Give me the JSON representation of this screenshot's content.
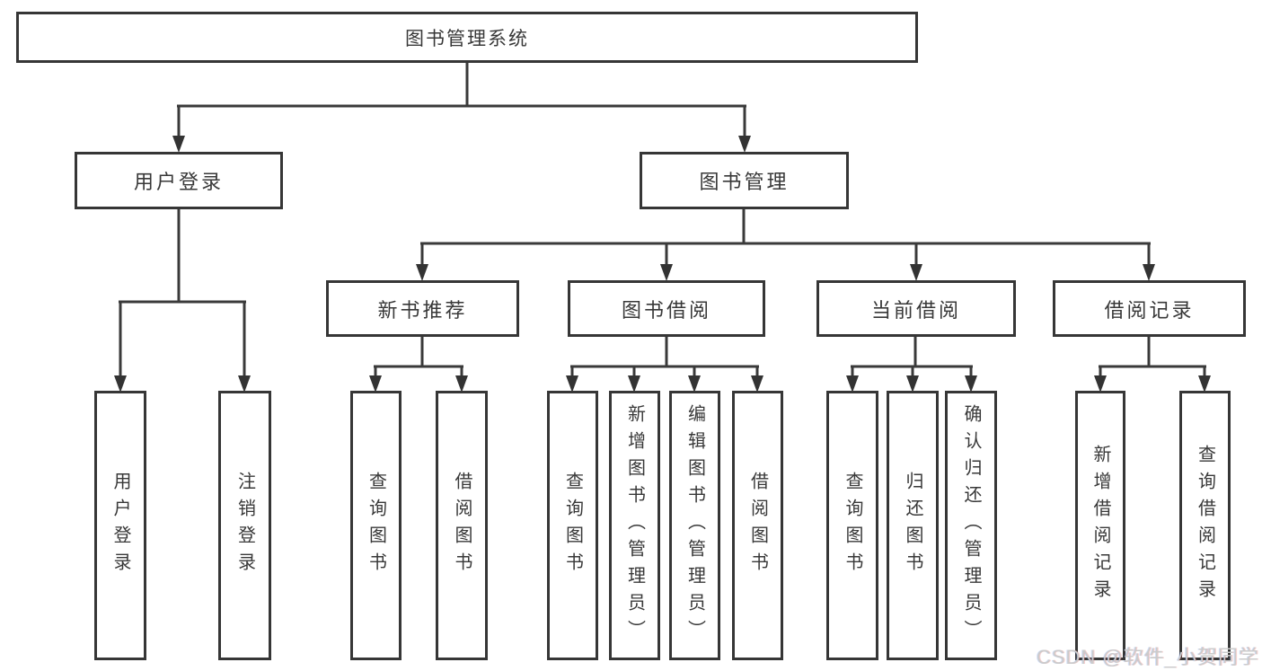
{
  "diagram": {
    "tree": {
      "label": "图书管理系统",
      "children": [
        {
          "label": "用户登录",
          "children": [
            {
              "label": "用户登录"
            },
            {
              "label": "注销登录"
            }
          ]
        },
        {
          "label": "图书管理",
          "children": [
            {
              "label": "新书推荐",
              "children": [
                {
                  "label": "查询图书"
                },
                {
                  "label": "借阅图书"
                }
              ]
            },
            {
              "label": "图书借阅",
              "children": [
                {
                  "label": "查询图书"
                },
                {
                  "label": "新增图书（管理员）"
                },
                {
                  "label": "编辑图书（管理员）"
                },
                {
                  "label": "借阅图书"
                }
              ]
            },
            {
              "label": "当前借阅",
              "children": [
                {
                  "label": "查询图书"
                },
                {
                  "label": "归还图书"
                },
                {
                  "label": "确认归还（管理员）"
                }
              ]
            },
            {
              "label": "借阅记录",
              "children": [
                {
                  "label": "新增借阅记录"
                },
                {
                  "label": "查询借阅记录"
                }
              ]
            }
          ]
        }
      ]
    },
    "watermark": {
      "text": "CSDN @软件_小贺同学"
    },
    "colors": {
      "line": "#3a3a3a",
      "border": "#363636",
      "text": "#383838",
      "watermark": "#cbcbcb",
      "background": "#ffffff"
    }
  }
}
